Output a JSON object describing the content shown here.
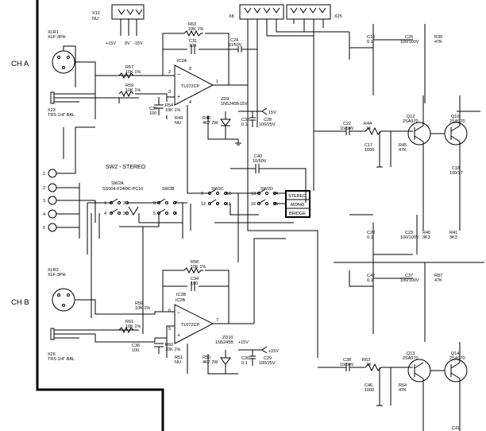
{
  "channels": {
    "a": "CH A",
    "b": "CH B"
  },
  "switch_title": "SW2 - STEREO",
  "switch_part": "SS004-F24DC-PC10",
  "switch_sections": [
    "SW2A",
    "SW2B",
    "SW2C",
    "SW2D"
  ],
  "mode_labels": [
    "STEREO",
    "MONO",
    "BRIDGE"
  ],
  "connectors": {
    "x12": [
      "X12",
      "NU"
    ],
    "x8": "X8",
    "x25": "X25",
    "xlr1": [
      "XLR1",
      "XLF-3PH"
    ],
    "x23": [
      "X23",
      "TRS 1/4\" BAL"
    ],
    "xlr2": [
      "XLR2",
      "XLF-3PH"
    ],
    "x26": [
      "X26",
      "TRS 1/4\" BAL"
    ],
    "x12_pins": [
      "+15V",
      "0V",
      "-15V"
    ],
    "pins": [
      "1",
      "2",
      "3",
      "4",
      "5"
    ]
  },
  "ic": {
    "a": [
      "IC2A",
      "TL072CP"
    ],
    "b": [
      "IC2B",
      "TL072CP"
    ]
  },
  "components_a": {
    "r63": [
      "R63",
      "10K 1%"
    ],
    "c31": [
      "C31",
      "100"
    ],
    "c24": [
      "C24",
      "10/50V"
    ],
    "r57": [
      "R57",
      "10K 1%"
    ],
    "r59": [
      "R59",
      "10K 1%"
    ],
    "c35": [
      "C35",
      "100"
    ],
    "r54": [
      "R54",
      "10K 1%"
    ],
    "r49": [
      "R49",
      "NU"
    ],
    "r48": [
      "R48",
      "4K7 2W"
    ],
    "zd9": [
      "ZD9",
      "1N5245B",
      "-15V"
    ],
    "c32": [
      "C32",
      "0.1"
    ],
    "c28": [
      "C28",
      "100/25V"
    ],
    "c40": [
      "C40",
      "10/50V"
    ],
    "plus15": "15V"
  },
  "components_b": {
    "r58": [
      "R58",
      "10K 1%"
    ],
    "c34": [
      "C34",
      "100"
    ],
    "ic2b": "IC2B",
    "r56": [
      "R56",
      "10K 1%"
    ],
    "r61": [
      "R61",
      "10K 1%"
    ],
    "c36": [
      "C36",
      "100"
    ],
    "r60": [
      "R60",
      "10K 1%"
    ],
    "r51": [
      "R51",
      "NU"
    ],
    "r50": [
      "R50",
      "4K7 2W"
    ],
    "zd10": [
      "ZD10",
      "1N5245B",
      "+15V"
    ],
    "c30": [
      "C30",
      "0.1"
    ],
    "c29": [
      "C29",
      "100/25V"
    ],
    "plus15": "+15V"
  },
  "right_a": {
    "c22": [
      "C22",
      "10/50V"
    ],
    "r44": [
      "R44",
      "1K"
    ],
    "c17": [
      "C17",
      "1000"
    ],
    "r45": [
      "R45",
      "47K"
    ],
    "q12": [
      "Q12",
      "2SA970"
    ],
    "q10": [
      "Q10",
      "2SA970"
    ],
    "c19": [
      "C19",
      "0.1"
    ],
    "c25": [
      "C25",
      "100/100V"
    ],
    "r39": [
      "R39",
      "47K"
    ],
    "c18": [
      "C18",
      "100/27"
    ],
    "c20": [
      "C20",
      "0.1"
    ],
    "c23": [
      "C23",
      "100/100V"
    ],
    "r40": [
      "R40",
      "3K3"
    ],
    "r41": [
      "R41",
      "3K3"
    ]
  },
  "right_b": {
    "c42": [
      "C42",
      "0.1"
    ],
    "c37": [
      "C37",
      "100/100V"
    ],
    "r87": [
      "R87",
      "47K"
    ],
    "c38": [
      "C38",
      "10/50V"
    ],
    "r63b": [
      "R63",
      "1K"
    ],
    "c46": [
      "C46",
      "1000"
    ],
    "r64": [
      "R64",
      "47K"
    ],
    "q13": [
      "Q13",
      "2SA970"
    ],
    "q14": [
      "Q14",
      "2SA970"
    ],
    "c41": "C41"
  }
}
